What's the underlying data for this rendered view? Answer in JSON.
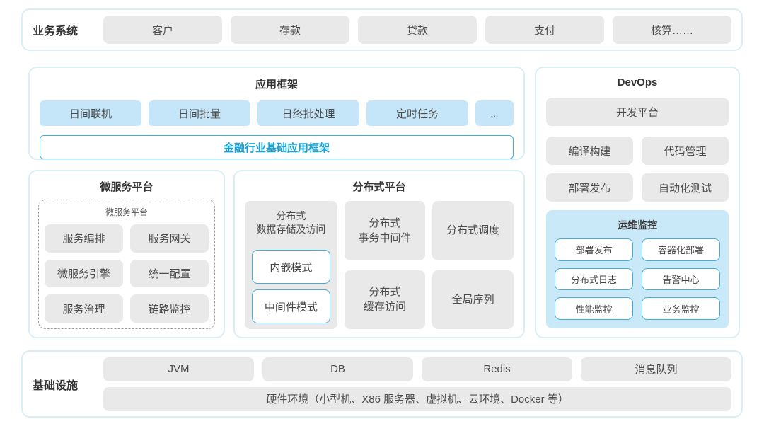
{
  "colors": {
    "panel_border": "#d9eef5",
    "gray_box_bg": "#e9e9e9",
    "blue_box_bg": "#c5e6f8",
    "ops_panel_bg": "#c9e9f9",
    "accent_border": "#3fafda",
    "accent_text": "#17a3d6",
    "title_text": "#333333",
    "box_text": "#4c4c4c"
  },
  "top_bar": {
    "label": "业务系统",
    "items": [
      "客户",
      "存款",
      "贷款",
      "支付",
      "核算……"
    ]
  },
  "app_framework": {
    "title": "应用框架",
    "items": [
      "日间联机",
      "日间批量",
      "日终批处理",
      "定时任务",
      "..."
    ],
    "base_label": "金融行业基础应用框架"
  },
  "microservice": {
    "title": "微服务平台",
    "inner_title": "微服务平台",
    "items": [
      "服务编排",
      "服务网关",
      "微服务引擎",
      "统一配置",
      "服务治理",
      "链路监控"
    ]
  },
  "distributed": {
    "title": "分布式平台",
    "storage": {
      "label": "分布式\n数据存储及访问",
      "modes": [
        "内嵌模式",
        "中间件模式"
      ]
    },
    "col2": [
      "分布式\n事务中间件",
      "分布式\n缓存访问"
    ],
    "col3": [
      "分布式调度",
      "全局序列"
    ]
  },
  "devops": {
    "title": "DevOps",
    "platform": "开发平台",
    "items": [
      "编译构建",
      "代码管理",
      "部署发布",
      "自动化测试"
    ],
    "ops_monitor": {
      "title": "运维监控",
      "items": [
        "部署发布",
        "容器化部署",
        "分布式日志",
        "告警中心",
        "性能监控",
        "业务监控"
      ]
    }
  },
  "infrastructure": {
    "label": "基础设施",
    "items": [
      "JVM",
      "DB",
      "Redis",
      "消息队列"
    ],
    "hardware": "硬件环境（小型机、X86 服务器、虚拟机、云环境、Docker 等）"
  }
}
